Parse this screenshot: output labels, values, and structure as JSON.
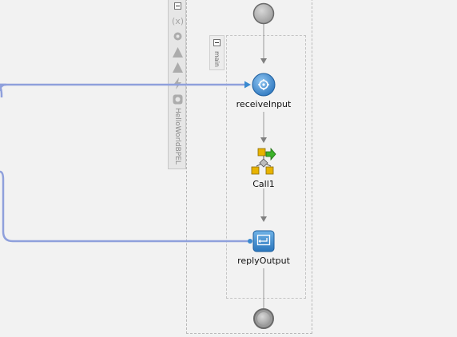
{
  "process": {
    "name": "HelloWorldBPEL",
    "scope_name": "main",
    "activities": [
      {
        "id": "receive",
        "label": "receiveInput",
        "icon": "gear-icon"
      },
      {
        "id": "call",
        "label": "Call1",
        "icon": "flow-icon"
      },
      {
        "id": "reply",
        "label": "replyOutput",
        "icon": "reply-icon"
      }
    ]
  },
  "toolbar": {
    "icons": [
      "variables-icon",
      "gear-icon",
      "warning-icon",
      "warning-icon",
      "lightning-icon",
      "alarm-icon"
    ]
  },
  "colors": {
    "partner_link": "#8fa0dc",
    "activity_blue": "#3a8ad0",
    "background": "#f2f2f2"
  }
}
